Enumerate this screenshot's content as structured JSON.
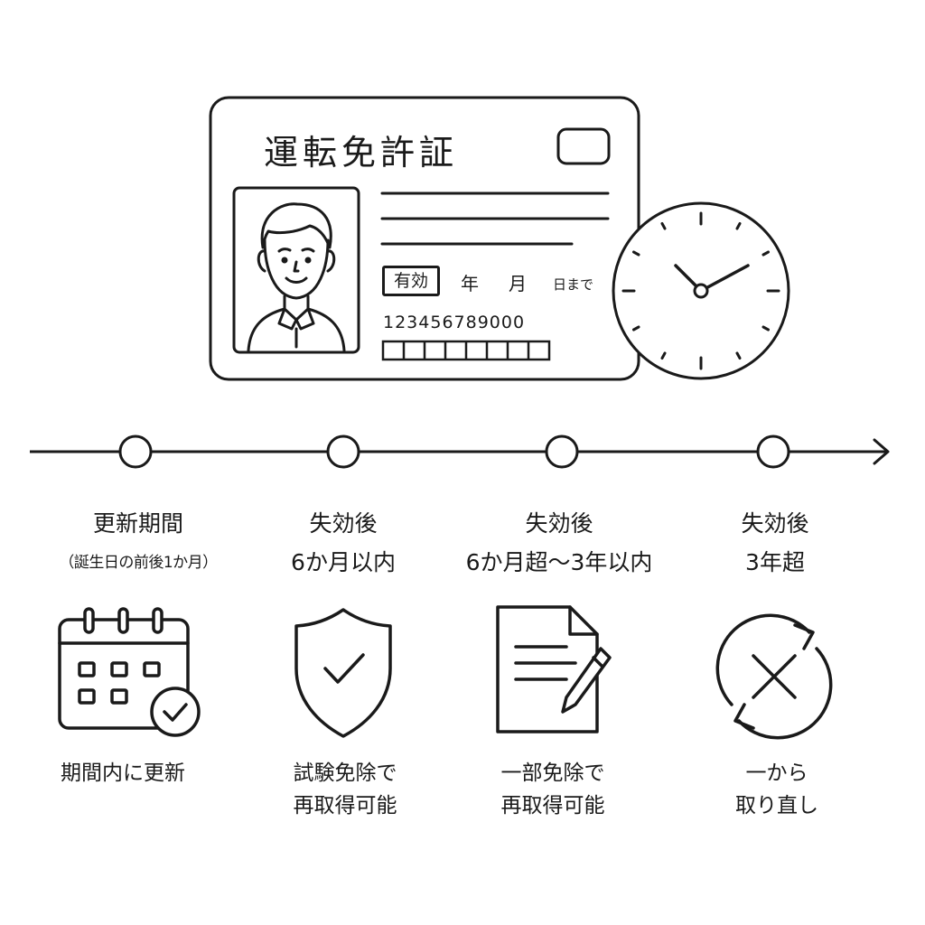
{
  "license_card": {
    "title": "運転免許証",
    "valid_label": "有効",
    "year_label": "年",
    "month_label": "月",
    "until_label": "日まで",
    "number": "123456789000"
  },
  "stages": [
    {
      "title": "更新期間",
      "note": "（誕生日の前後1か月）",
      "outcome_lines": [
        "期間内に更新"
      ],
      "icon": "calendar-check-icon"
    },
    {
      "title": "失効後",
      "sub": "6か月以内",
      "outcome_lines": [
        "試験免除で",
        "再取得可能"
      ],
      "icon": "shield-check-icon"
    },
    {
      "title": "失効後",
      "sub": "6か月超〜3年以内",
      "outcome_lines": [
        "一部免除で",
        "再取得可能"
      ],
      "icon": "document-pen-icon"
    },
    {
      "title": "失効後",
      "sub": "3年超",
      "outcome_lines": [
        "一から",
        "取り直し"
      ],
      "icon": "restart-x-icon"
    }
  ],
  "colors": {
    "line": "#1a1a1a",
    "background": "#ffffff"
  }
}
